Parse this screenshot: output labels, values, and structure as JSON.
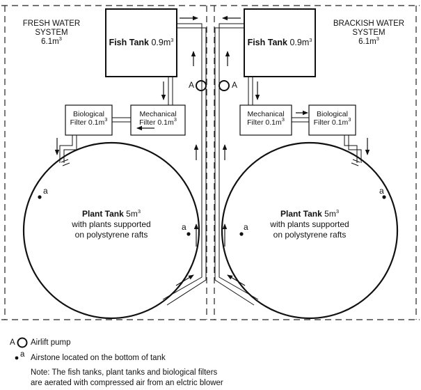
{
  "systems": {
    "fresh": {
      "title_line1": "FRESH WATER",
      "title_line2": "SYSTEM",
      "volume": "6.1m",
      "volume_exp": "3"
    },
    "brackish": {
      "title_line1": "BRACKISH WATER",
      "title_line2": "SYSTEM",
      "volume": "6.1m",
      "volume_exp": "3"
    }
  },
  "fish_tank": {
    "name": "Fish Tank",
    "volume": "0.9m",
    "volume_exp": "3"
  },
  "biological_filter": {
    "line1": "Biological",
    "line2": "Filter 0.1m",
    "exp": "3"
  },
  "mechanical_filter": {
    "line1": "Mechanical",
    "line2": "Filter 0.1m",
    "exp": "3"
  },
  "plant_tank": {
    "name": "Plant Tank",
    "volume": "5m",
    "volume_exp": "3",
    "line2": "with plants supported",
    "line3": "on polystyrene rafts"
  },
  "markers": {
    "airlift": "A",
    "airstone": "a"
  },
  "legend": {
    "airlift_symbol": "A",
    "airlift_label": "Airlift pump",
    "airstone_symbol": "a",
    "airstone_label": "Airstone located on the bottom of tank",
    "note_line1": "Note: The fish tanks, plant tanks and biological filters",
    "note_line2": "are aerated with compressed air from an elctric blower"
  }
}
